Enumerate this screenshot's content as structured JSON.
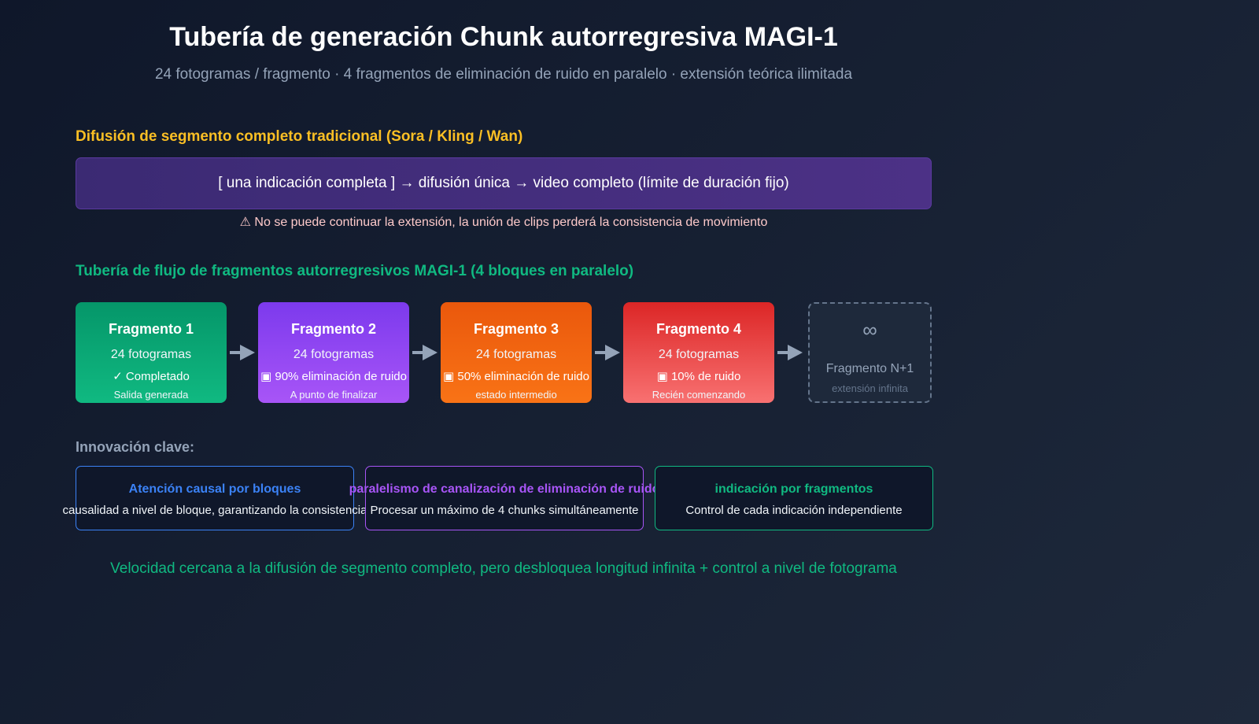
{
  "header": {
    "title": "Tubería de generación Chunk autorregresiva MAGI-1",
    "subtitle": "24 fotogramas / fragmento · 4 fragmentos de eliminación de ruido en paralelo · extensión teórica ilimitada"
  },
  "traditional": {
    "title": "Difusión de segmento completo tradicional (Sora / Kling / Wan)",
    "flow": "[ una indicación completa ] → difusión única → video completo (límite de duración fijo)",
    "warning": "⚠ No se puede continuar la extensión, la unión de clips perderá la consistencia de movimiento"
  },
  "pipeline": {
    "title": "Tubería de flujo de fragmentos autorregresivos MAGI-1 (4 bloques en paralelo)",
    "chunks": [
      {
        "name": "Fragmento 1",
        "frames": "24 fotogramas",
        "status": "✓ Completado",
        "caption": "Salida generada"
      },
      {
        "name": "Fragmento 2",
        "frames": "24 fotogramas",
        "status": "▣ 90% eliminación de ruido",
        "caption": "A punto de finalizar"
      },
      {
        "name": "Fragmento 3",
        "frames": "24 fotogramas",
        "status": "▣ 50% eliminación de ruido",
        "caption": "estado intermedio"
      },
      {
        "name": "Fragmento 4",
        "frames": "24 fotogramas",
        "status": "▣ 10% de ruido",
        "caption": "Recién comenzando"
      }
    ],
    "next": {
      "icon": "∞",
      "name": "Fragmento N+1",
      "caption": "extensión infinita"
    }
  },
  "innovation": {
    "label": "Innovación clave:",
    "cards": [
      {
        "title": "Atención causal por bloques",
        "desc": "causalidad a nivel de bloque, garantizando la consistencia"
      },
      {
        "title": "paralelismo de canalización de eliminación de ruido",
        "desc": "Procesar un máximo de 4 chunks simultáneamente"
      },
      {
        "title": "indicación por fragmentos",
        "desc": "Control de cada indicación independiente"
      }
    ]
  },
  "footer": {
    "text": "Velocidad cercana a la difusión de segmento completo, pero desbloquea longitud infinita + control a nivel de fotograma"
  },
  "colors": {
    "background": "#0f172a",
    "traditional_accent": "#fbbf24",
    "magi_accent": "#10b981",
    "chunk_done": "#10b981",
    "chunk_90": "#a855f7",
    "chunk_50": "#f97316",
    "chunk_10": "#ef4444",
    "card_blue": "#3b82f6",
    "card_purple": "#a855f7",
    "card_green": "#10b981"
  }
}
